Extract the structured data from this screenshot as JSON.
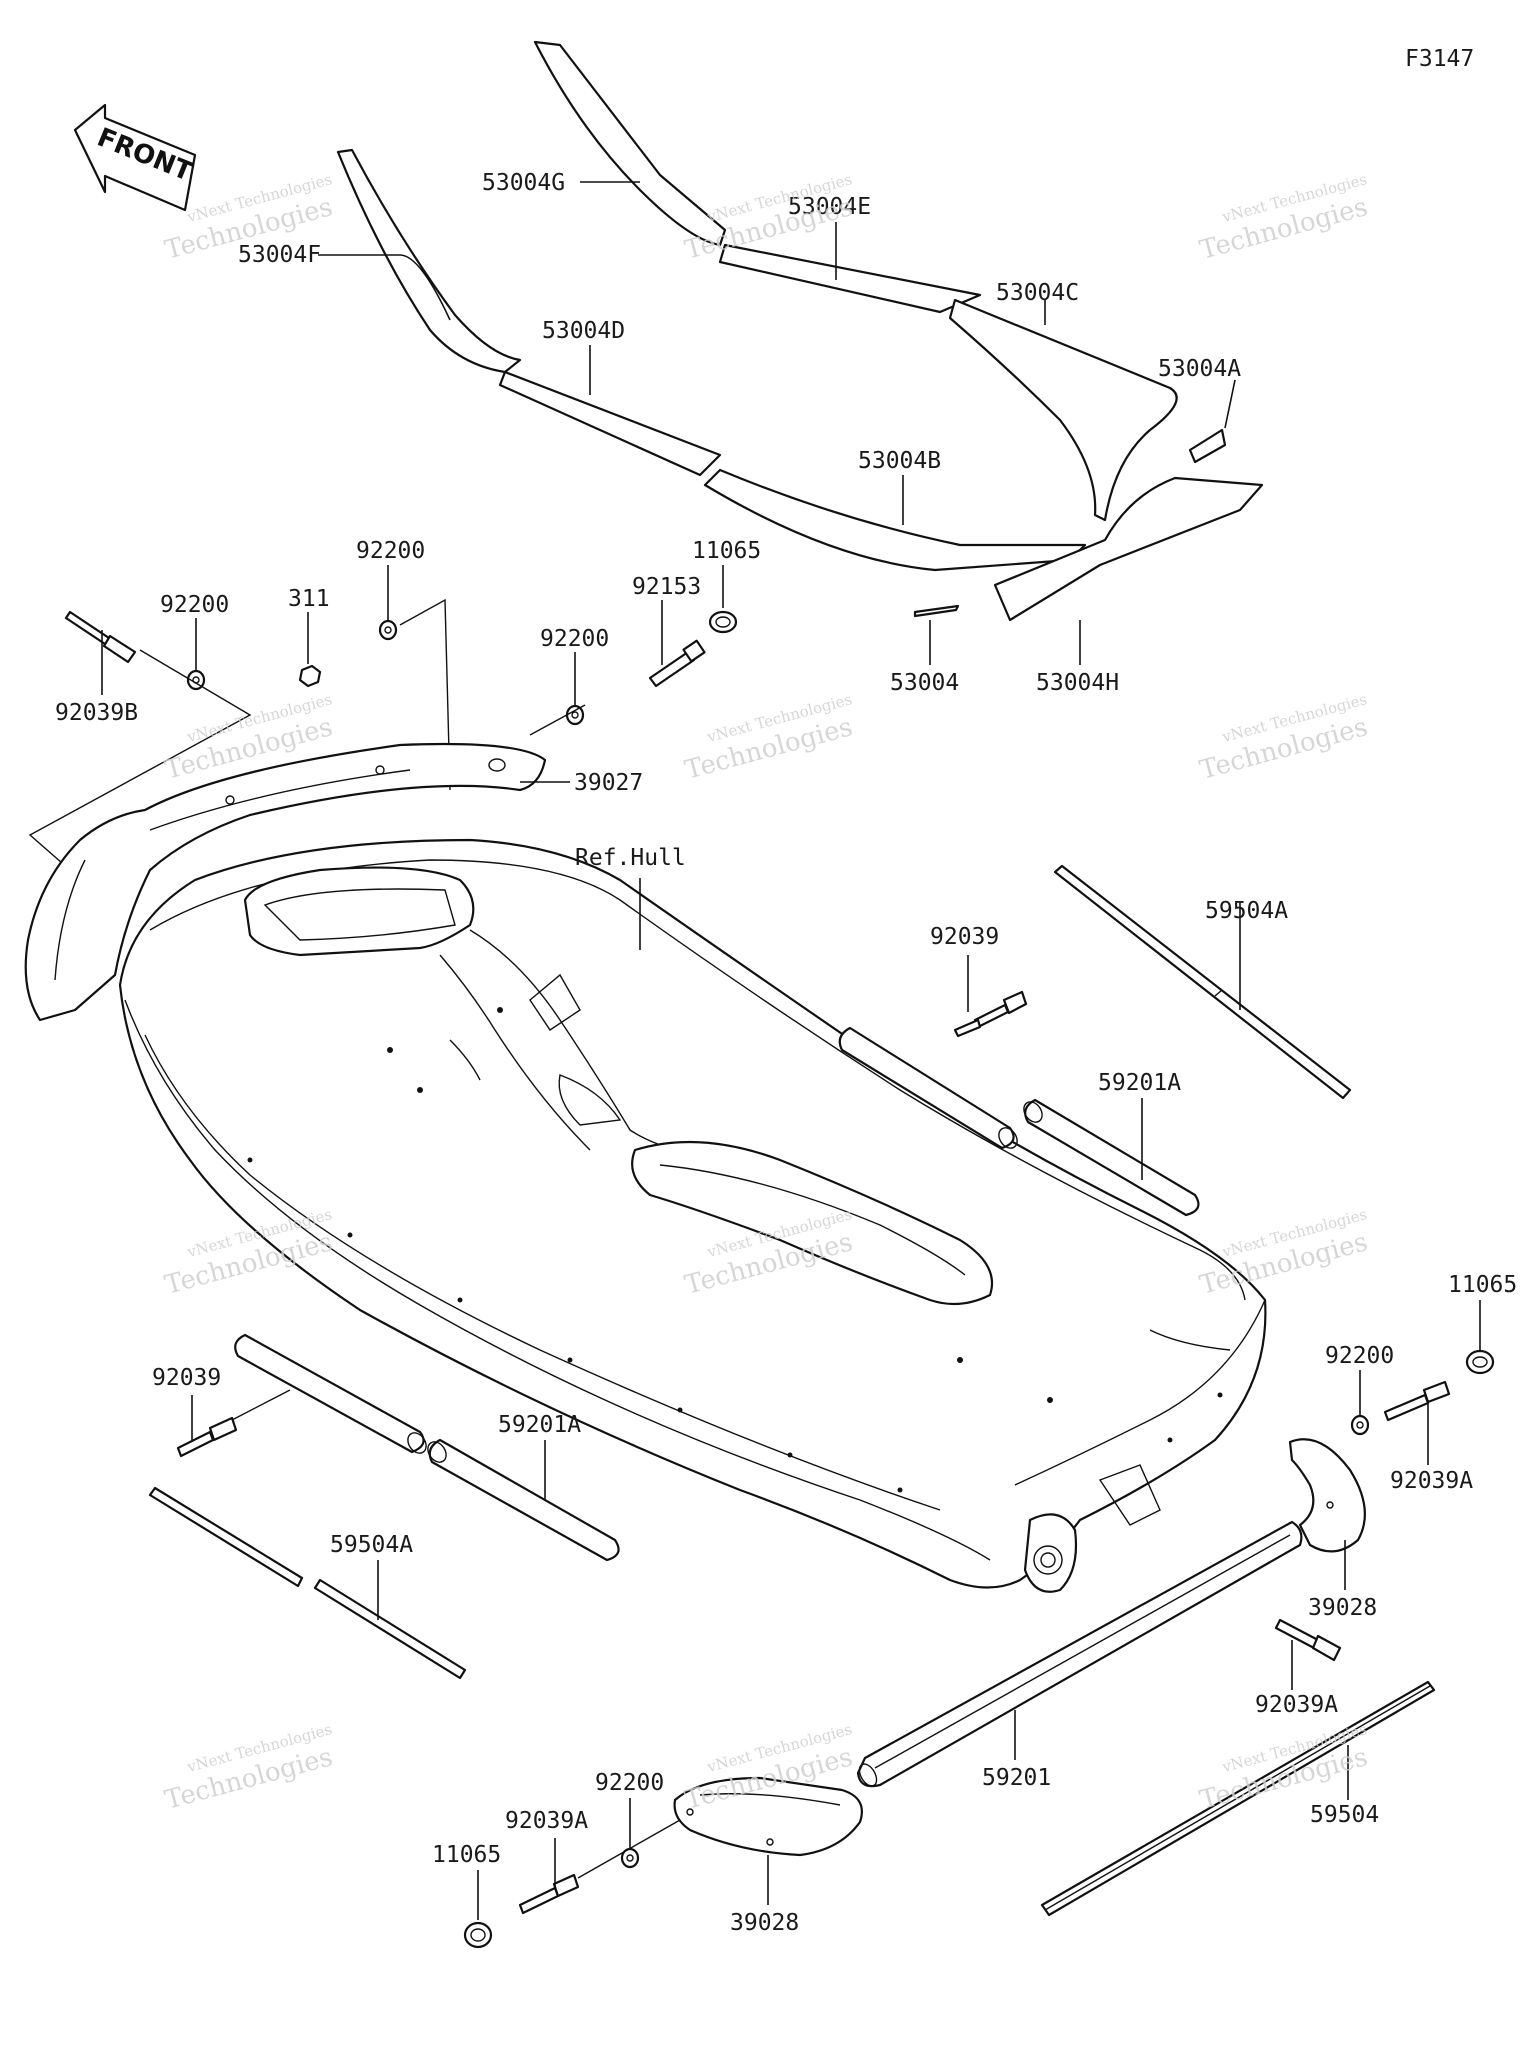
{
  "figure_code": "F3147",
  "front_label": "FRONT",
  "watermark": {
    "line1": "vNext Technologies",
    "line2": "Technologies"
  },
  "labels": {
    "p53004G": "53004G",
    "p53004E": "53004E",
    "p53004F": "53004F",
    "p53004C": "53004C",
    "p53004D": "53004D",
    "p53004A": "53004A",
    "p53004B": "53004B",
    "p53004": "53004",
    "p53004H": "53004H",
    "p11065_top": "11065",
    "p92200_top": "92200",
    "p92200_left": "92200",
    "p311": "311",
    "p92153": "92153",
    "p92200_mid": "92200",
    "p92039B": "92039B",
    "p39027": "39027",
    "refhull": "Ref.Hull",
    "p59504A_right": "59504A",
    "p92039_right": "92039",
    "p59201A_right": "59201A",
    "p11065_right": "11065",
    "p92200_right": "92200",
    "p92039A_right": "92039A",
    "p92039_left": "92039",
    "p59201A_left": "59201A",
    "p59504A_left": "59504A",
    "p39028_right": "39028",
    "p92039A_lower": "92039A",
    "p59201": "59201",
    "p92200_bottom": "92200",
    "p92039A_bottom": "92039A",
    "p11065_bottom": "11065",
    "p39028_bottom": "39028",
    "p59504": "59504"
  }
}
